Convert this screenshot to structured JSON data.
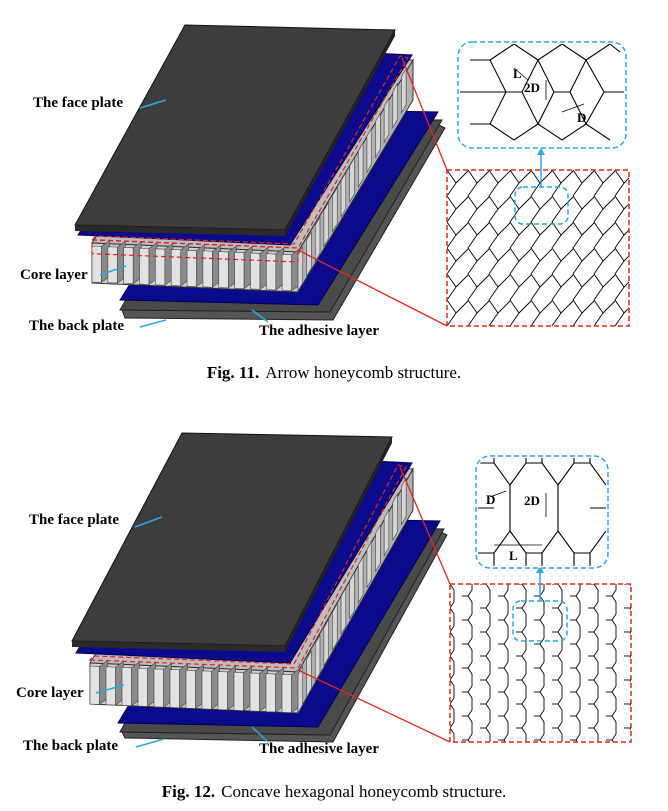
{
  "figures": [
    {
      "id": "fig11",
      "labels": {
        "face_plate": "The face plate",
        "core_layer": "Core layer",
        "back_plate": "The back plate",
        "adhesive_layer": "The adhesive layer"
      },
      "dims": {
        "L": "L",
        "twoD": "2D",
        "D": "D"
      },
      "caption_number": "Fig. 11.",
      "caption_text": "Arrow honeycomb structure."
    },
    {
      "id": "fig12",
      "labels": {
        "face_plate": "The face plate",
        "core_layer": "Core layer",
        "back_plate": "The back plate",
        "adhesive_layer": "The adhesive layer"
      },
      "dims": {
        "L": "L",
        "twoD": "2D",
        "D": "D"
      },
      "caption_number": "Fig. 12.",
      "caption_text": "Concave hexagonal honeycomb structure."
    }
  ],
  "colors": {
    "plate": "#3d3d3d",
    "plate_edge": "#222222",
    "adhesive": "#0a0a8c",
    "core_light": "#d9d9d9",
    "core_dark": "#8a8a8a",
    "zoom_box": "#e0261f",
    "detail_box": "#29a9e0"
  }
}
